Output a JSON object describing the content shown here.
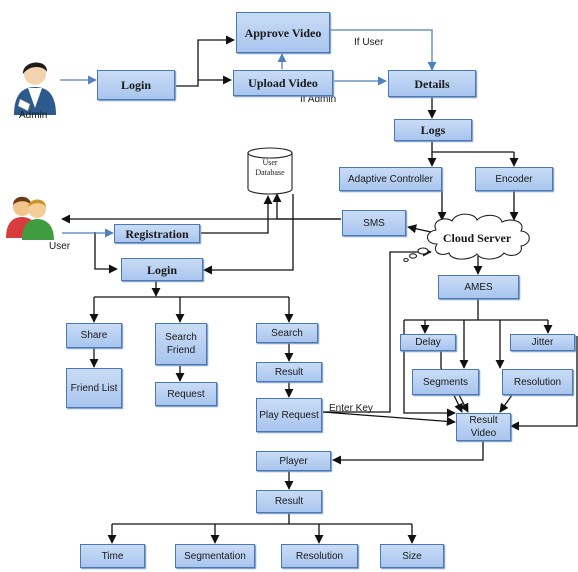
{
  "caption": "",
  "actors": {
    "admin": "Admin",
    "user": "User"
  },
  "admin_flow": {
    "login": "Login",
    "approve_video": "Approve Video",
    "upload_video": "Upload Video",
    "details": "Details",
    "logs": "Logs",
    "adaptive_controller": "Adaptive Controller",
    "encoder": "Encoder"
  },
  "database": "User Database",
  "user_flow": {
    "registration": "Registration",
    "login": "Login",
    "sms": "SMS",
    "cloud_server": "Cloud Server",
    "share": "Share",
    "friend_list": "Friend List",
    "search_friend": "Search Friend",
    "request": "Request",
    "search": "Search",
    "result": "Result",
    "play_request": "Play Request",
    "player": "Player",
    "result_bottom": "Result"
  },
  "ames": {
    "ames": "AMES",
    "delay": "Delay",
    "jitter": "Jitter",
    "segments": "Segments",
    "resolution": "Resolution",
    "result_video": "Result Video"
  },
  "outputs": {
    "time": "Time",
    "segmentation": "Segmentation",
    "resolution": "Resolution",
    "size": "Size"
  },
  "edge_labels": {
    "if_user": "If User",
    "if_admin": "If Admin",
    "enter_key": "Enter Key"
  },
  "colors": {
    "box_fill": "#b7cff2",
    "box_border": "#4a78b4",
    "blue_arrow": "#4f81bd",
    "black_arrow": "#111111"
  }
}
